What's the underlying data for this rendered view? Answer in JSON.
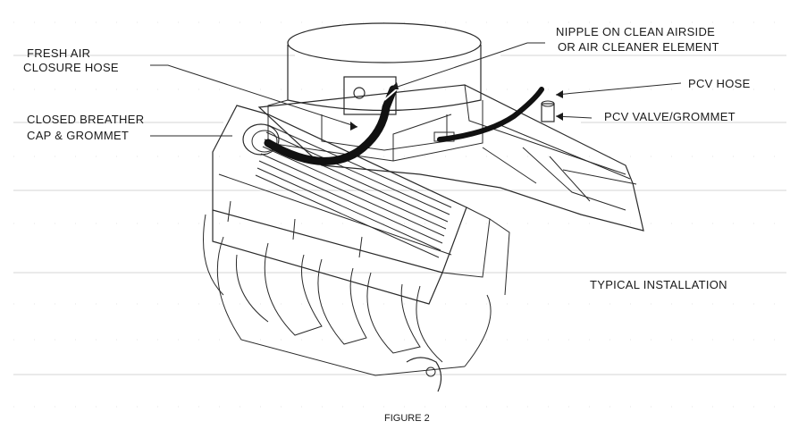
{
  "labels": {
    "fresh_air_line1": "FRESH AIR",
    "fresh_air_line2": "CLOSURE HOSE",
    "breather_line1": "CLOSED BREATHER",
    "breather_line2": "CAP & GROMMET",
    "nipple_line1": "NIPPLE ON CLEAN AIRSIDE",
    "nipple_line2": "OR AIR CLEANER ELEMENT",
    "pcv_hose": "PCV HOSE",
    "pcv_valve": "PCV VALVE/GROMMET",
    "typical": "TYPICAL INSTALLATION"
  },
  "caption": "FIGURE 2",
  "colors": {
    "ink": "#1a1a1a",
    "hose": "#111111",
    "guide": "#d4d4d4"
  }
}
